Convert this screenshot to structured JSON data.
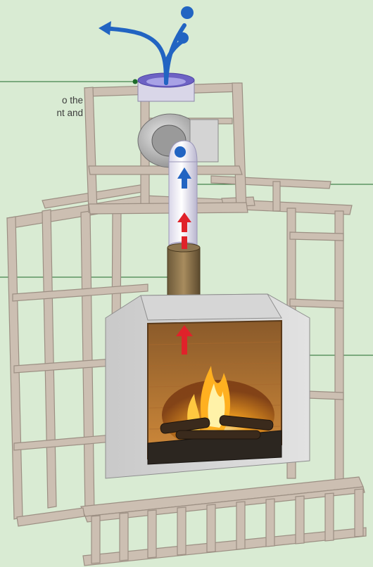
{
  "callout_text": "o the\nnt and",
  "colors": {
    "background": "#d9ebd3",
    "frame": "#ccbfb2",
    "frame_shadow": "#9c8f83",
    "leader_line": "#1d6a2a",
    "airflow_hot": "#e0222a",
    "airflow_cool": "#2264c2",
    "flame": "#ffb020"
  },
  "icons": {
    "exhaust_arrows": "branching-blue-arrows",
    "airflow_arrows": "up-arrows"
  }
}
